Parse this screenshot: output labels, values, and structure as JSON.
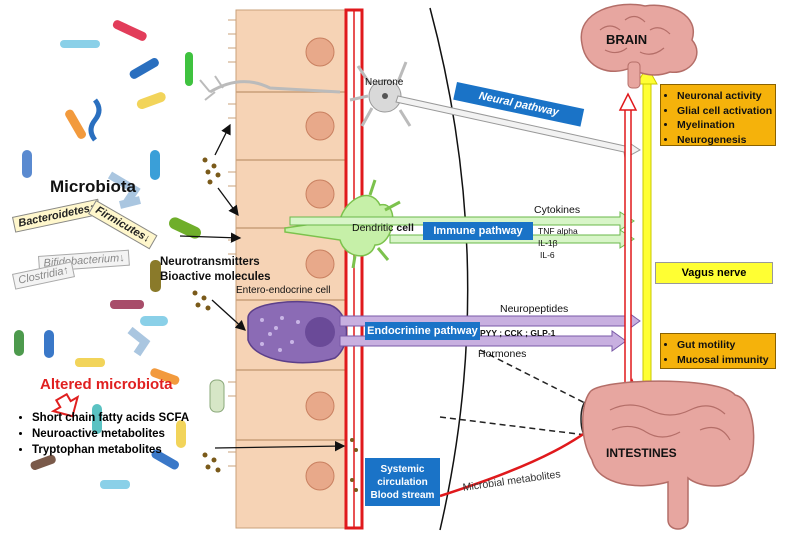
{
  "labels": {
    "brain": "BRAIN",
    "intestines": "INTESTINES",
    "microbiota": "Microbiota",
    "altered_microbiota": "Altered microbiota",
    "neurone": "Neurone",
    "dendritic": "Dendritic",
    "cell": "cell",
    "entero_endocrine": "Entero-endocrine cell",
    "neurotransmitters": "Neurotransmitters",
    "bioactive": "Bioactive molecules",
    "cytokines": "Cytokines",
    "tnf_alpha": "TNF alpha",
    "il1b": "IL-1β",
    "il6": "IL-6",
    "neuropeptides": "Neuropeptides",
    "pyy": "PYY ; CCK ; GLP-1",
    "hormones": "Hormones",
    "microbial_metabolites": "Microbial metabolites"
  },
  "pathways": {
    "neural": "Neural pathway",
    "immune": "Immune pathway",
    "endocrine": "Endocrinine pathway",
    "systemic_line1": "Systemic",
    "systemic_line2": "circulation",
    "systemic_line3": "Blood stream"
  },
  "bacteria_tags": {
    "bacteroidetes": "Bacteroidetes",
    "firmicutes": "Firmicutes",
    "bifidobacterium": "Bifidobacterium",
    "clostridia": "Clostridia",
    "up": "↑",
    "down": "↓"
  },
  "brain_effects": [
    "Neuronal activity",
    "Glial cell activation",
    "Myelination",
    "Neurogenesis"
  ],
  "vagus": "Vagus nerve",
  "gut_effects": [
    "Gut motility",
    "Mucosal immunity"
  ],
  "metabolites": [
    "Short chain fatty acids SCFA",
    "Neuroactive metabolites",
    "Tryptophan metabolites"
  ],
  "colors": {
    "pathway_blue": "#1a73c7",
    "blood_red": "#e0191c",
    "altered_red": "#e02020",
    "orange": "#f5b20b",
    "vagus_yellow": "#ffff33"
  }
}
